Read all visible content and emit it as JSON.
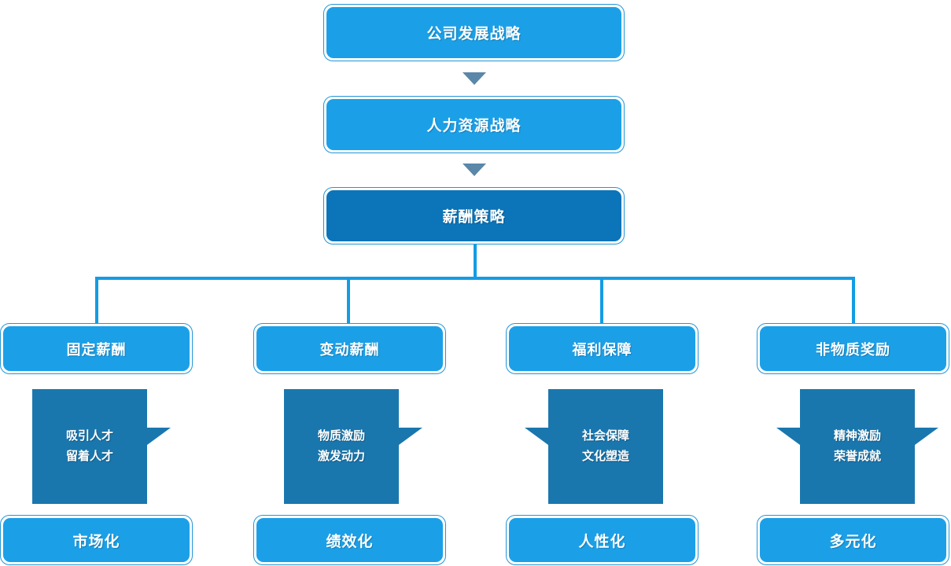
{
  "diagram": {
    "title_chain": [
      {
        "id": "strategy",
        "label": "公司发展战略",
        "color": "#1BA0E8"
      },
      {
        "id": "hr",
        "label": "人力资源战略",
        "color": "#1BA0E8"
      },
      {
        "id": "pay",
        "label": "薪酬策略",
        "color": "#0C74B8"
      }
    ],
    "arrow_color": "#5B87A8",
    "connector_color": "#139CE4",
    "callout_color": "#1A77AE",
    "branches": [
      {
        "id": "fixed",
        "category": "固定薪酬",
        "callout_lines": [
          "吸引人才",
          "留着人才"
        ],
        "tail": "right",
        "outcome": "市场化"
      },
      {
        "id": "variable",
        "category": "变动薪酬",
        "callout_lines": [
          "物质激励",
          "激发动力"
        ],
        "tail": "right",
        "outcome": "绩效化"
      },
      {
        "id": "benefits",
        "category": "福利保障",
        "callout_lines": [
          "社会保障",
          "文化塑造"
        ],
        "tail": "left",
        "outcome": "人性化"
      },
      {
        "id": "nonmaterial",
        "category": "非物质奖励",
        "callout_lines": [
          "精神激励",
          "荣誉成就"
        ],
        "tail": "both",
        "outcome": "多元化"
      }
    ]
  }
}
